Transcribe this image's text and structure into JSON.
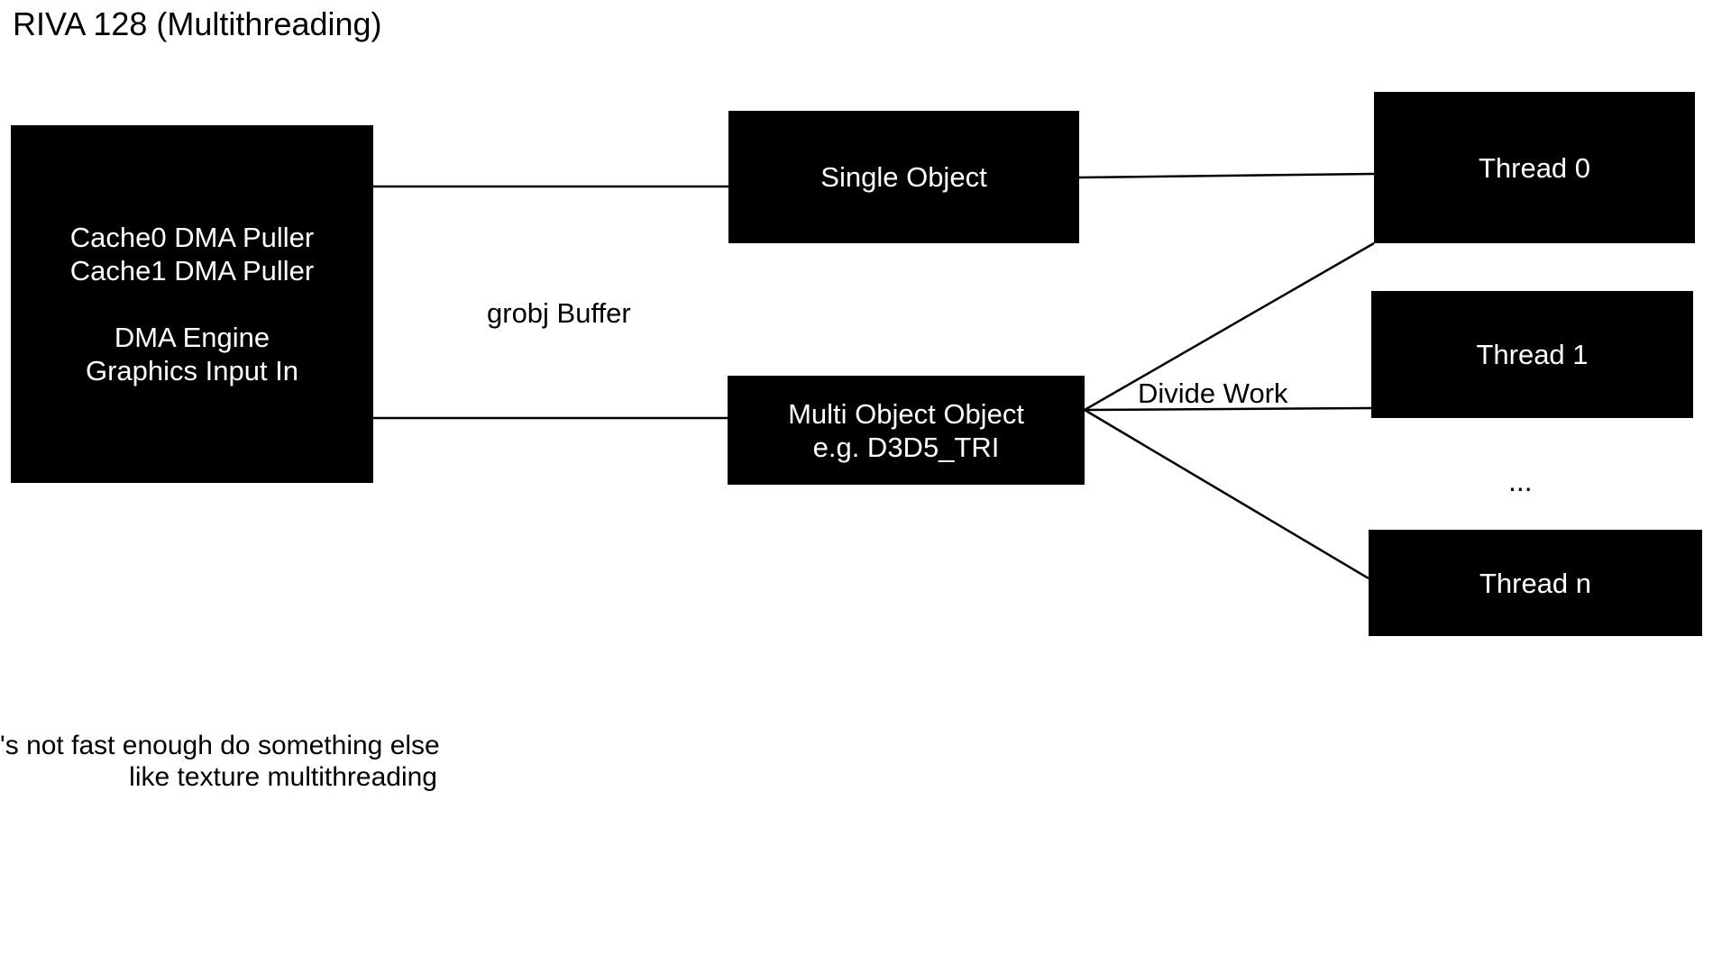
{
  "title": "RIVA 128 (Multithreading)",
  "colors": {
    "background": "#ffffff",
    "node_fill": "#000000",
    "node_text": "#ffffff",
    "connector_line": "#000000",
    "label_text": "#000000"
  },
  "nodes": {
    "dma_engine": {
      "lines": [
        "Cache0 DMA Puller",
        "Cache1 DMA Puller",
        "",
        "DMA Engine",
        "Graphics Input In"
      ]
    },
    "single_object": {
      "label": "Single Object"
    },
    "multi_object": {
      "lines": [
        "Multi Object Object",
        "e.g. D3D5_TRI"
      ]
    },
    "thread_0": {
      "label": "Thread 0"
    },
    "thread_1": {
      "label": "Thread 1"
    },
    "thread_n": {
      "label": "Thread n"
    }
  },
  "labels": {
    "grobj_buffer": "grobj Buffer",
    "divide_work": "Divide Work",
    "ellipsis": "...",
    "note": {
      "line1": "If it's not fast enough do something else",
      "line2": "like texture multithreading"
    }
  }
}
